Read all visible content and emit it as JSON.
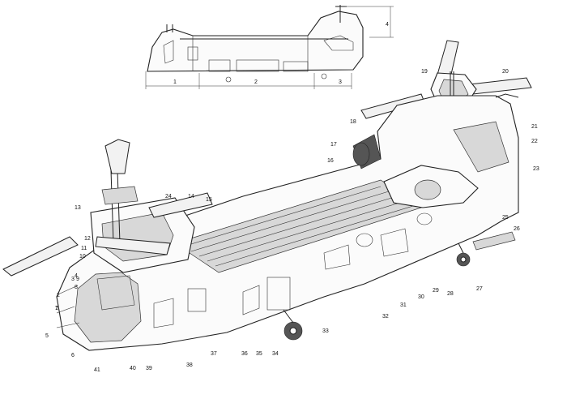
{
  "figure": {
    "profile_dimension_labels": [
      "1",
      "2",
      "3",
      "4"
    ],
    "callouts": [
      "1",
      "2",
      "3",
      "4",
      "5",
      "6",
      "7",
      "8",
      "9",
      "10",
      "11",
      "12",
      "13",
      "14",
      "15",
      "16",
      "17",
      "18",
      "19",
      "20",
      "21",
      "22",
      "23",
      "24",
      "25",
      "26",
      "27",
      "28",
      "29",
      "30",
      "31",
      "32",
      "33",
      "34",
      "35",
      "36",
      "37",
      "38",
      "39",
      "40",
      "41"
    ]
  }
}
